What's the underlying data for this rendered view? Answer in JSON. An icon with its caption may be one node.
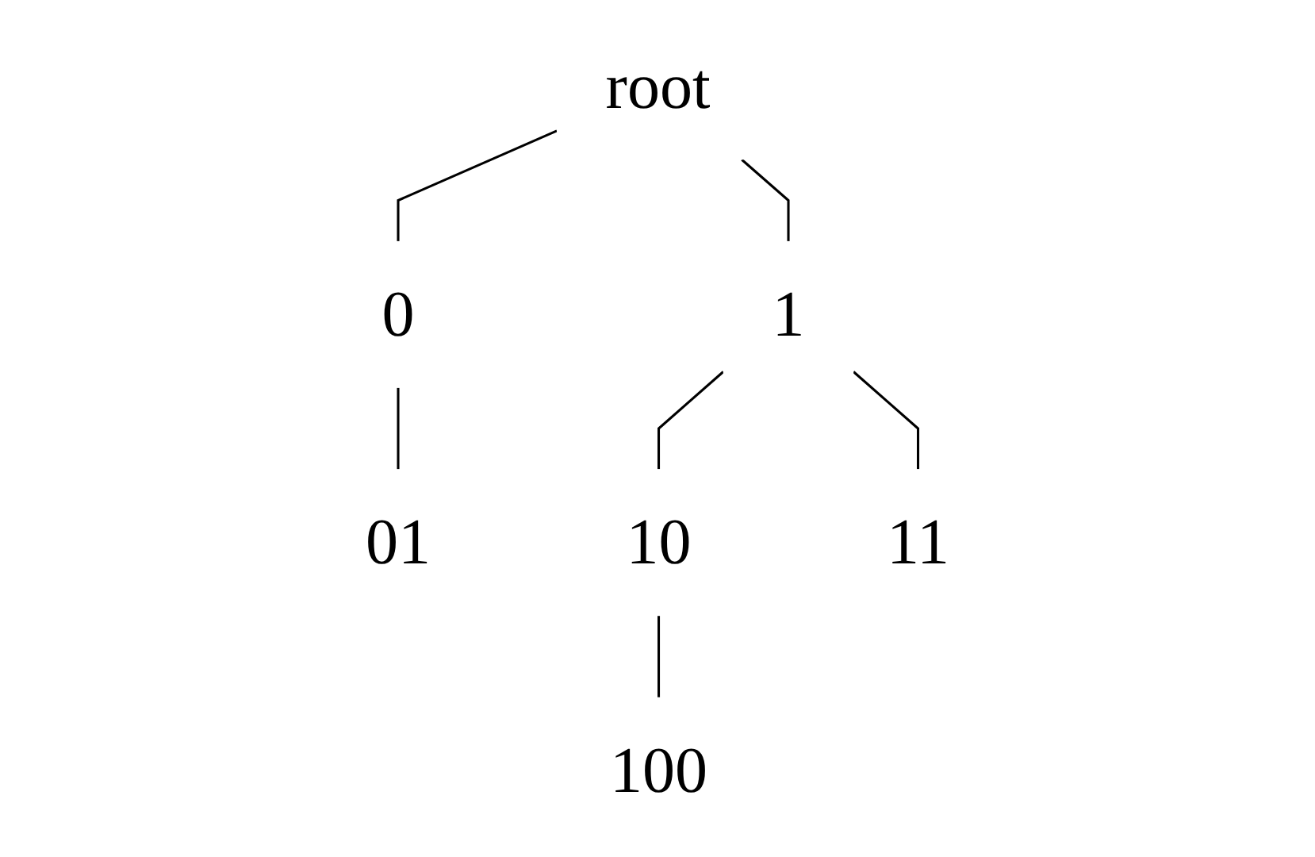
{
  "diagram": {
    "nodes": [
      {
        "text": [
          "root"
        ]
      },
      {
        "text": [
          "0"
        ]
      },
      {
        "text": [
          "1"
        ]
      },
      {
        "text": [
          "01"
        ]
      },
      {
        "text": [
          "10"
        ]
      },
      {
        "text": [
          "11"
        ]
      },
      {
        "text": [
          "100"
        ]
      }
    ],
    "edges": [
      {
        "from": 0,
        "to": 1,
        "arrow": "none"
      },
      {
        "from": 0,
        "to": 2,
        "arrow": "none"
      },
      {
        "from": 1,
        "to": 3,
        "arrow": "none"
      },
      {
        "from": 2,
        "to": 4,
        "arrow": "none"
      },
      {
        "from": 2,
        "to": 5,
        "arrow": "none"
      },
      {
        "from": 4,
        "to": 6,
        "arrow": "none"
      }
    ]
  }
}
